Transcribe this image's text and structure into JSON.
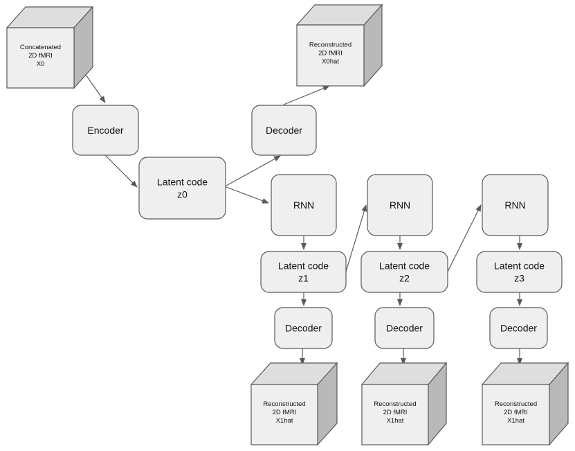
{
  "nodes": {
    "input_cube": {
      "lines": [
        "Concatenated",
        "2D fMRI",
        "X0"
      ]
    },
    "encoder": {
      "lines": [
        "Encoder"
      ]
    },
    "latent_z0": {
      "lines": [
        "Latent code",
        "z0"
      ]
    },
    "decoder_top": {
      "lines": [
        "Decoder"
      ]
    },
    "recon_top": {
      "lines": [
        "Reconstructed",
        "2D fMRI",
        "X0hat"
      ]
    },
    "rnn_1": {
      "lines": [
        "RNN"
      ]
    },
    "rnn_2": {
      "lines": [
        "RNN"
      ]
    },
    "rnn_3": {
      "lines": [
        "RNN"
      ]
    },
    "latent_z1": {
      "lines": [
        "Latent code",
        "z1"
      ]
    },
    "latent_z2": {
      "lines": [
        "Latent code",
        "z2"
      ]
    },
    "latent_z3": {
      "lines": [
        "Latent code",
        "z3"
      ]
    },
    "decoder_1": {
      "lines": [
        "Decoder"
      ]
    },
    "decoder_2": {
      "lines": [
        "Decoder"
      ]
    },
    "decoder_3": {
      "lines": [
        "Decoder"
      ]
    },
    "recon_1": {
      "lines": [
        "Reconstructed",
        "2D fMRI",
        "X1hat"
      ]
    },
    "recon_2": {
      "lines": [
        "Reconstructed",
        "2D fMRI",
        "X1hat"
      ]
    },
    "recon_3": {
      "lines": [
        "Reconstructed",
        "2D fMRI",
        "X1hat"
      ]
    }
  },
  "edges": [
    [
      "input_cube",
      "encoder"
    ],
    [
      "encoder",
      "latent_z0"
    ],
    [
      "latent_z0",
      "decoder_top"
    ],
    [
      "decoder_top",
      "recon_top"
    ],
    [
      "latent_z0",
      "rnn_1"
    ],
    [
      "rnn_1",
      "latent_z1"
    ],
    [
      "latent_z1",
      "decoder_1"
    ],
    [
      "decoder_1",
      "recon_1"
    ],
    [
      "latent_z1",
      "rnn_2"
    ],
    [
      "rnn_2",
      "latent_z2"
    ],
    [
      "latent_z2",
      "decoder_2"
    ],
    [
      "decoder_2",
      "recon_2"
    ],
    [
      "latent_z2",
      "rnn_3"
    ],
    [
      "rnn_3",
      "latent_z3"
    ],
    [
      "latent_z3",
      "decoder_3"
    ],
    [
      "decoder_3",
      "recon_3"
    ]
  ],
  "colors": {
    "box_fill": "#efefef",
    "cube_top": "#dedede",
    "cube_side": "#b9b9b9",
    "stroke": "#595959",
    "text": "#111111"
  }
}
